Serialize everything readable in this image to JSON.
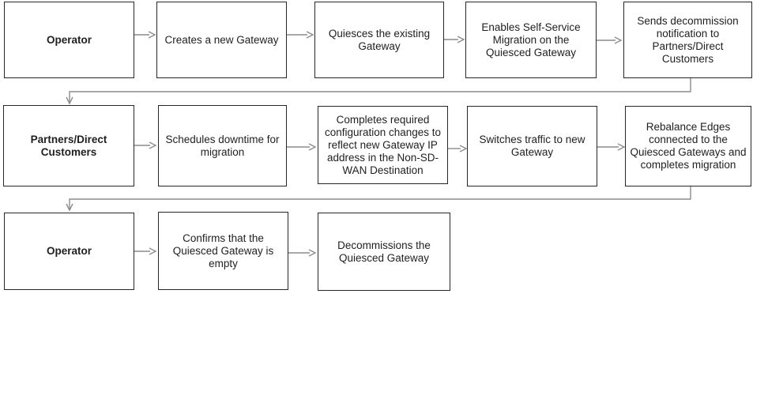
{
  "colors": {
    "background": "#ffffff",
    "box_border": "#262626",
    "box_fill": "#ffffff",
    "text": "#1f1f1f",
    "connector": "#8c8c8c"
  },
  "rows": [
    {
      "boxes": [
        {
          "label": "Operator",
          "bold": true
        },
        {
          "label": "Creates a new Gateway",
          "bold": false
        },
        {
          "label": "Quiesces the existing\nGateway",
          "bold": false
        },
        {
          "label": "Enables Self-Service\nMigration on the\nQuiesced Gateway",
          "bold": false
        },
        {
          "label": "Sends decommission\nnotification to\nPartners/Direct\nCustomers",
          "bold": false
        }
      ]
    },
    {
      "boxes": [
        {
          "label": "Partners/Direct\nCustomers",
          "bold": true
        },
        {
          "label": "Schedules downtime for\nmigration",
          "bold": false
        },
        {
          "label": "Completes required\nconfiguration changes to\nreflect new Gateway IP\naddress in the Non-SD-\nWAN Destination",
          "bold": false
        },
        {
          "label": "Switches traffic to new\nGateway",
          "bold": false
        },
        {
          "label": "Rebalance Edges\nconnected to the\nQuiesced Gateways and\ncompletes migration",
          "bold": false
        }
      ]
    },
    {
      "boxes": [
        {
          "label": "Operator",
          "bold": true
        },
        {
          "label": "Confirms that the\nQuiesced Gateway is\nempty",
          "bold": false
        },
        {
          "label": "Decommissions the\nQuiesced Gateway",
          "bold": false
        }
      ]
    }
  ]
}
